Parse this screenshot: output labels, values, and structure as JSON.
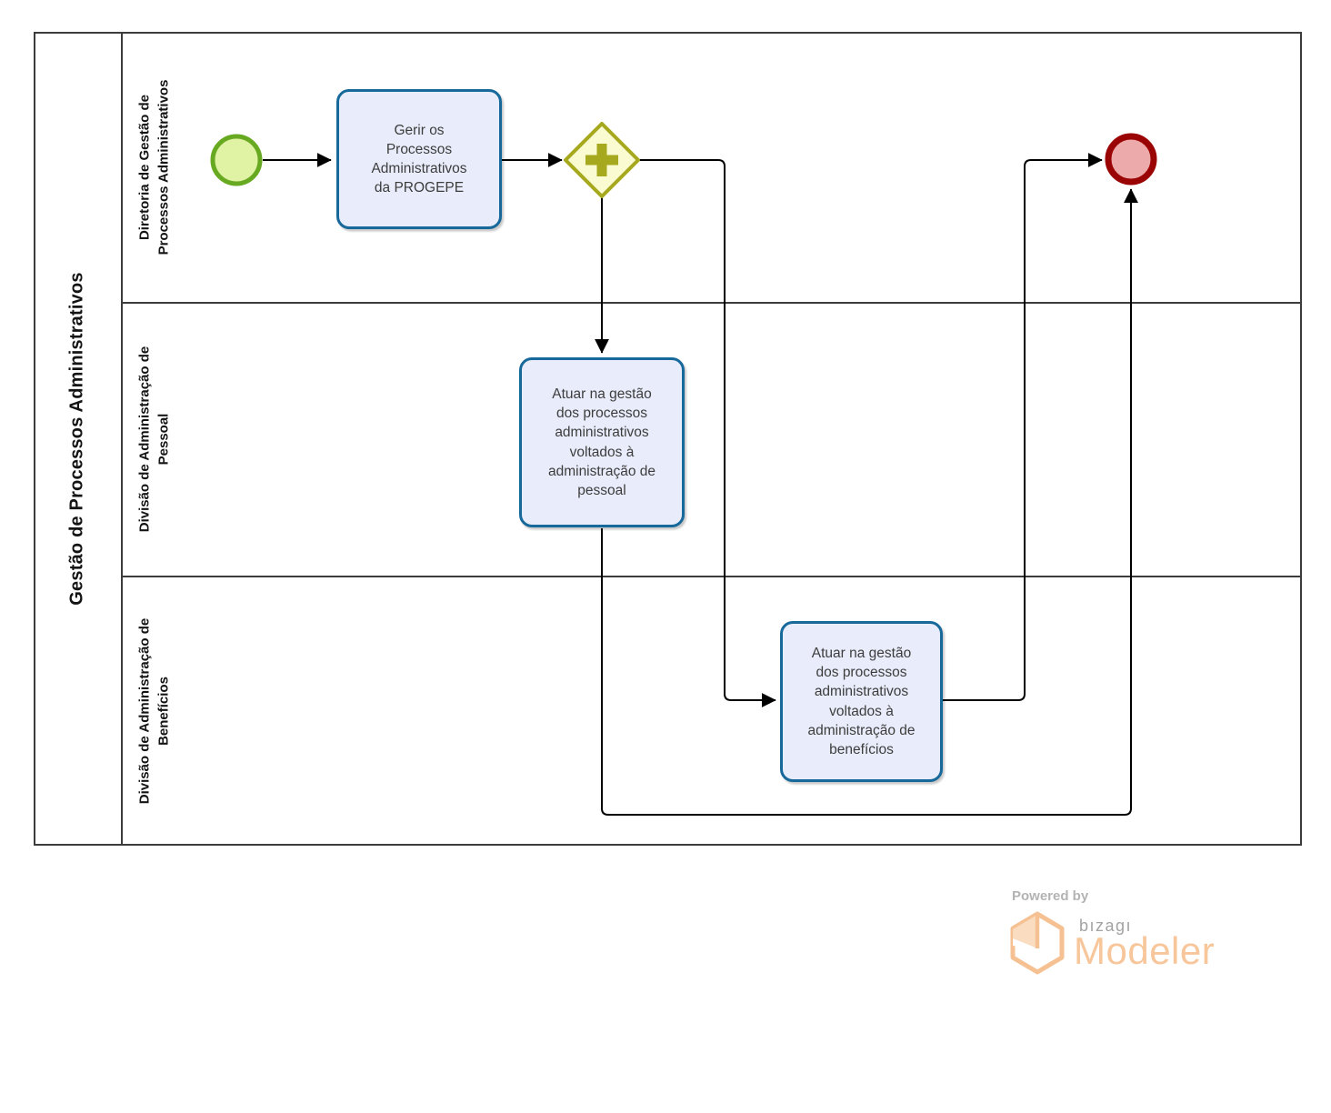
{
  "pool": {
    "title": "Gestão de Processos Administrativos",
    "lanes": [
      {
        "name": "Diretoria de Gestão de Processos Administrativos",
        "lines": [
          "Diretoria de Gestão de",
          "Processos Administrativos"
        ]
      },
      {
        "name": "Divisão de Administração de Pessoal",
        "lines": [
          "Divisão de Administração de",
          "Pessoal"
        ]
      },
      {
        "name": "Divisão de Administração de Benefícios",
        "lines": [
          "Divisão de Administração de",
          "Benefícios"
        ]
      }
    ]
  },
  "nodes": {
    "task_gerir": {
      "label": "Gerir os Processos Administrativos da PROGEPE"
    },
    "task_pessoal": {
      "label": "Atuar na gestão dos processos administrativos voltados à administração de pessoal"
    },
    "task_beneficios": {
      "label": "Atuar na gestão dos processos administrativos voltados à administração de benefícios"
    }
  },
  "branding": {
    "powered_by": "Powered by",
    "brand": "bızagı",
    "product": "Modeler"
  },
  "colors": {
    "start_fill": "#e0f2a4",
    "start_border": "#67aa21",
    "end_fill": "#edaaaa",
    "end_border": "#9b0404",
    "gateway_fill": "#fbfbd2",
    "gateway_border": "#a6a91e",
    "task_fill": "#e9ecfa",
    "task_border": "#17699b",
    "flow_line": "#000000",
    "frame": "#3c3c3c",
    "brand_orange": "#f8c69b",
    "brand_gray": "#a3a3a3"
  }
}
